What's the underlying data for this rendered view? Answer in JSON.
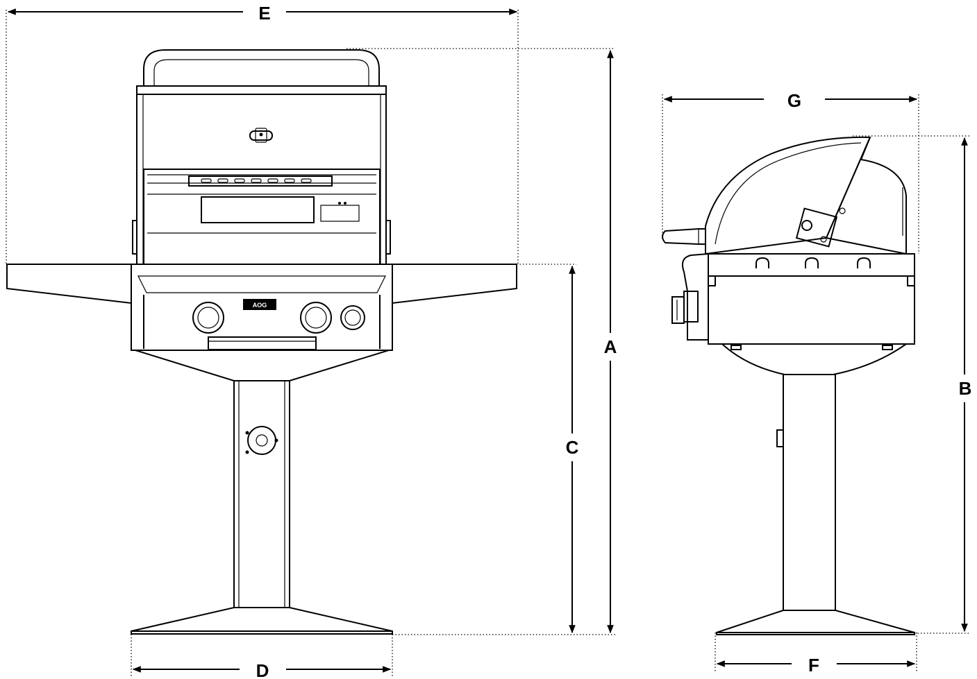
{
  "diagram": {
    "brand_badge": "AOG",
    "dimensions": {
      "A": "A",
      "B": "B",
      "C": "C",
      "D": "D",
      "E": "E",
      "F": "F",
      "G": "G"
    }
  }
}
